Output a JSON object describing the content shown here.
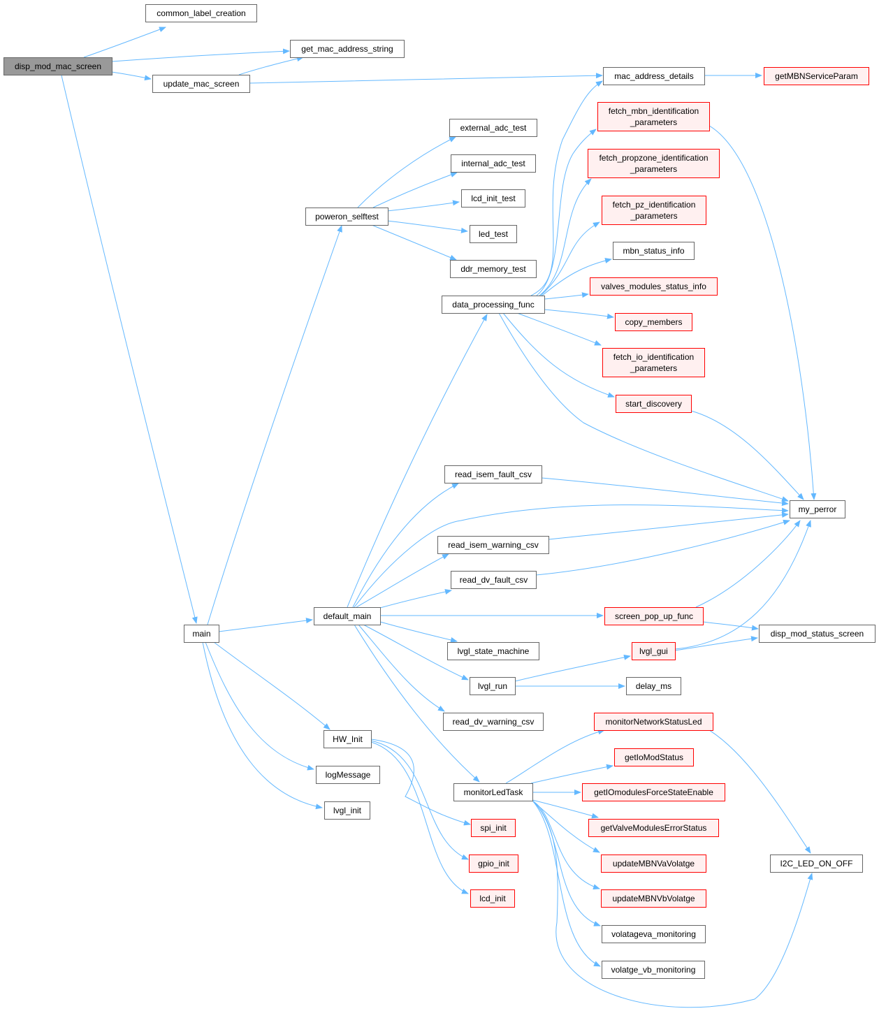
{
  "colors": {
    "edge": "#63b8ff",
    "node_fill": "#ffffff",
    "node_border": "#666666",
    "root_fill": "#999999",
    "root_border": "#666666",
    "red_fill": "#fff0f0",
    "red_border": "#ff0000",
    "text": "#000000"
  },
  "nodes": [
    {
      "id": "disp_mod_mac_screen",
      "label": "disp_mod_mac_screen",
      "style": "root"
    },
    {
      "id": "common_label_creation",
      "label": "common_label_creation",
      "style": "normal"
    },
    {
      "id": "get_mac_address_string",
      "label": "get_mac_address_string",
      "style": "normal"
    },
    {
      "id": "update_mac_screen",
      "label": "update_mac_screen",
      "style": "normal"
    },
    {
      "id": "mac_address_details",
      "label": "mac_address_details",
      "style": "normal"
    },
    {
      "id": "getMBNServiceParam",
      "label": "getMBNServiceParam",
      "style": "red"
    },
    {
      "id": "fetch_mbn",
      "label": "fetch_mbn_identification\n_parameters",
      "style": "red"
    },
    {
      "id": "fetch_propzone",
      "label": "fetch_propzone_identification\n_parameters",
      "style": "red"
    },
    {
      "id": "fetch_pz",
      "label": "fetch_pz_identification\n_parameters",
      "style": "red"
    },
    {
      "id": "mbn_status_info",
      "label": "mbn_status_info",
      "style": "normal"
    },
    {
      "id": "valves_modules_status_info",
      "label": "valves_modules_status_info",
      "style": "red"
    },
    {
      "id": "copy_members",
      "label": "copy_members",
      "style": "red"
    },
    {
      "id": "fetch_io",
      "label": "fetch_io_identification\n_parameters",
      "style": "red"
    },
    {
      "id": "start_discovery",
      "label": "start_discovery",
      "style": "red"
    },
    {
      "id": "external_adc_test",
      "label": "external_adc_test",
      "style": "normal"
    },
    {
      "id": "internal_adc_test",
      "label": "internal_adc_test",
      "style": "normal"
    },
    {
      "id": "lcd_init_test",
      "label": "lcd_init_test",
      "style": "normal"
    },
    {
      "id": "led_test",
      "label": "led_test",
      "style": "normal"
    },
    {
      "id": "ddr_memory_test",
      "label": "ddr_memory_test",
      "style": "normal"
    },
    {
      "id": "poweron_selftest",
      "label": "poweron_selftest",
      "style": "normal"
    },
    {
      "id": "data_processing_func",
      "label": "data_processing_func",
      "style": "normal"
    },
    {
      "id": "read_isem_fault_csv",
      "label": "read_isem_fault_csv",
      "style": "normal"
    },
    {
      "id": "my_perror",
      "label": "my_perror",
      "style": "normal"
    },
    {
      "id": "read_isem_warning_csv",
      "label": "read_isem_warning_csv",
      "style": "normal"
    },
    {
      "id": "read_dv_fault_csv",
      "label": "read_dv_fault_csv",
      "style": "normal"
    },
    {
      "id": "main",
      "label": "main",
      "style": "normal"
    },
    {
      "id": "default_main",
      "label": "default_main",
      "style": "normal"
    },
    {
      "id": "screen_pop_up_func",
      "label": "screen_pop_up_func",
      "style": "red"
    },
    {
      "id": "disp_mod_status_screen",
      "label": "disp_mod_status_screen",
      "style": "normal"
    },
    {
      "id": "lvgl_state_machine",
      "label": "lvgl_state_machine",
      "style": "normal"
    },
    {
      "id": "lvgl_gui",
      "label": "lvgl_gui",
      "style": "red"
    },
    {
      "id": "lvgl_run",
      "label": "lvgl_run",
      "style": "normal"
    },
    {
      "id": "delay_ms",
      "label": "delay_ms",
      "style": "normal"
    },
    {
      "id": "read_dv_warning_csv",
      "label": "read_dv_warning_csv",
      "style": "normal"
    },
    {
      "id": "HW_Init",
      "label": "HW_Init",
      "style": "normal"
    },
    {
      "id": "logMessage",
      "label": "logMessage",
      "style": "normal"
    },
    {
      "id": "lvgl_init",
      "label": "lvgl_init",
      "style": "normal"
    },
    {
      "id": "monitorNetworkStatusLed",
      "label": "monitorNetworkStatusLed",
      "style": "red"
    },
    {
      "id": "getIoModStatus",
      "label": "getIoModStatus",
      "style": "red"
    },
    {
      "id": "monitorLedTask",
      "label": "monitorLedTask",
      "style": "normal"
    },
    {
      "id": "getIOmodulesForceStateEnable",
      "label": "getIOmodulesForceStateEnable",
      "style": "red"
    },
    {
      "id": "getValveModulesErrorStatus",
      "label": "getValveModulesErrorStatus",
      "style": "red"
    },
    {
      "id": "updateMBNVaVolatge",
      "label": "updateMBNVaVolatge",
      "style": "red"
    },
    {
      "id": "updateMBNVbVolatge",
      "label": "updateMBNVbVolatge",
      "style": "red"
    },
    {
      "id": "volatageva_monitoring",
      "label": "volatageva_monitoring",
      "style": "normal"
    },
    {
      "id": "volatge_vb_monitoring",
      "label": "volatge_vb_monitoring",
      "style": "normal"
    },
    {
      "id": "spi_init",
      "label": "spi_init",
      "style": "red"
    },
    {
      "id": "gpio_init",
      "label": "gpio_init",
      "style": "red"
    },
    {
      "id": "lcd_init",
      "label": "lcd_init",
      "style": "red"
    },
    {
      "id": "I2C_LED_ON_OFF",
      "label": "I2C_LED_ON_OFF",
      "style": "normal"
    }
  ],
  "edges": [
    [
      "disp_mod_mac_screen",
      "common_label_creation"
    ],
    [
      "disp_mod_mac_screen",
      "get_mac_address_string"
    ],
    [
      "disp_mod_mac_screen",
      "update_mac_screen"
    ],
    [
      "disp_mod_mac_screen",
      "main"
    ],
    [
      "update_mac_screen",
      "get_mac_address_string"
    ],
    [
      "update_mac_screen",
      "mac_address_details"
    ],
    [
      "mac_address_details",
      "getMBNServiceParam"
    ],
    [
      "main",
      "poweron_selftest"
    ],
    [
      "main",
      "default_main"
    ],
    [
      "main",
      "HW_Init"
    ],
    [
      "main",
      "logMessage"
    ],
    [
      "main",
      "lvgl_init"
    ],
    [
      "poweron_selftest",
      "external_adc_test"
    ],
    [
      "poweron_selftest",
      "internal_adc_test"
    ],
    [
      "poweron_selftest",
      "lcd_init_test"
    ],
    [
      "poweron_selftest",
      "led_test"
    ],
    [
      "poweron_selftest",
      "ddr_memory_test"
    ],
    [
      "data_processing_func",
      "mac_address_details"
    ],
    [
      "data_processing_func",
      "fetch_mbn"
    ],
    [
      "data_processing_func",
      "fetch_propzone"
    ],
    [
      "data_processing_func",
      "fetch_pz"
    ],
    [
      "data_processing_func",
      "mbn_status_info"
    ],
    [
      "data_processing_func",
      "valves_modules_status_info"
    ],
    [
      "data_processing_func",
      "copy_members"
    ],
    [
      "data_processing_func",
      "fetch_io"
    ],
    [
      "data_processing_func",
      "start_discovery"
    ],
    [
      "data_processing_func",
      "my_perror"
    ],
    [
      "fetch_mbn",
      "my_perror"
    ],
    [
      "start_discovery",
      "my_perror"
    ],
    [
      "default_main",
      "data_processing_func"
    ],
    [
      "default_main",
      "read_isem_fault_csv"
    ],
    [
      "default_main",
      "my_perror"
    ],
    [
      "default_main",
      "read_isem_warning_csv"
    ],
    [
      "default_main",
      "read_dv_fault_csv"
    ],
    [
      "default_main",
      "screen_pop_up_func"
    ],
    [
      "default_main",
      "lvgl_state_machine"
    ],
    [
      "default_main",
      "lvgl_run"
    ],
    [
      "default_main",
      "read_dv_warning_csv"
    ],
    [
      "default_main",
      "monitorLedTask"
    ],
    [
      "read_isem_fault_csv",
      "my_perror"
    ],
    [
      "read_isem_warning_csv",
      "my_perror"
    ],
    [
      "read_dv_fault_csv",
      "my_perror"
    ],
    [
      "screen_pop_up_func",
      "my_perror"
    ],
    [
      "screen_pop_up_func",
      "disp_mod_status_screen"
    ],
    [
      "lvgl_gui",
      "my_perror"
    ],
    [
      "lvgl_gui",
      "disp_mod_status_screen"
    ],
    [
      "lvgl_run",
      "lvgl_gui"
    ],
    [
      "lvgl_run",
      "delay_ms"
    ],
    [
      "HW_Init",
      "spi_init"
    ],
    [
      "HW_Init",
      "gpio_init"
    ],
    [
      "HW_Init",
      "lcd_init"
    ],
    [
      "monitorLedTask",
      "monitorNetworkStatusLed"
    ],
    [
      "monitorLedTask",
      "getIoModStatus"
    ],
    [
      "monitorLedTask",
      "getIOmodulesForceStateEnable"
    ],
    [
      "monitorLedTask",
      "getValveModulesErrorStatus"
    ],
    [
      "monitorLedTask",
      "updateMBNVaVolatge"
    ],
    [
      "monitorLedTask",
      "updateMBNVbVolatge"
    ],
    [
      "monitorLedTask",
      "volatageva_monitoring"
    ],
    [
      "monitorLedTask",
      "volatge_vb_monitoring"
    ],
    [
      "monitorLedTask",
      "I2C_LED_ON_OFF"
    ],
    [
      "monitorNetworkStatusLed",
      "I2C_LED_ON_OFF"
    ]
  ]
}
